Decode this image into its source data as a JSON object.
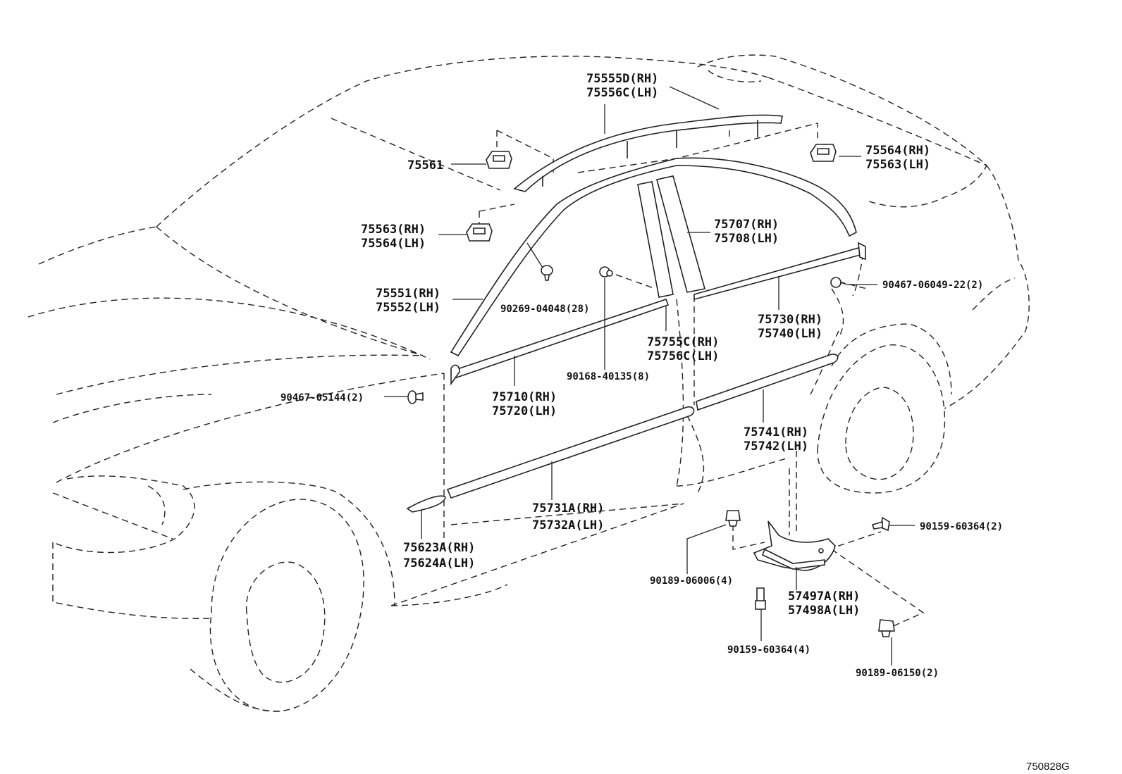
{
  "labels": {
    "l75555": [
      "75555D(RH)",
      "75556C(LH)"
    ],
    "l75561": [
      "75561"
    ],
    "l75564": [
      "75564(RH)",
      "75563(LH)"
    ],
    "l75563": [
      "75563(RH)",
      "75564(LH)"
    ],
    "l75707": [
      "75707(RH)",
      "75708(LH)"
    ],
    "l75551": [
      "75551(RH)",
      "75552(LH)"
    ],
    "l90269": [
      "90269-04048(28)"
    ],
    "l90467b": [
      "90467-06049-22(2)"
    ],
    "l75730": [
      "75730(RH)",
      "75740(LH)"
    ],
    "l75755": [
      "75755C(RH)",
      "75756C(LH)"
    ],
    "l90168": [
      "90168-40135(8)"
    ],
    "l90467a": [
      "90467-05144(2)"
    ],
    "l75710": [
      "75710(RH)",
      "75720(LH)"
    ],
    "l75741": [
      "75741(RH)",
      "75742(LH)"
    ],
    "l75731": [
      "75731A(RH)",
      "75732A(LH)"
    ],
    "l75623": [
      "75623A(RH)",
      "75624A(LH)"
    ],
    "l90159a": [
      "90159-60364(2)"
    ],
    "l90189a": [
      "90189-06006(4)"
    ],
    "l57497": [
      "57497A(RH)",
      "57498A(LH)"
    ],
    "l90159b": [
      "90159-60364(4)"
    ],
    "l90189b": [
      "90189-06150(2)"
    ]
  },
  "diagram_code": "750828G"
}
